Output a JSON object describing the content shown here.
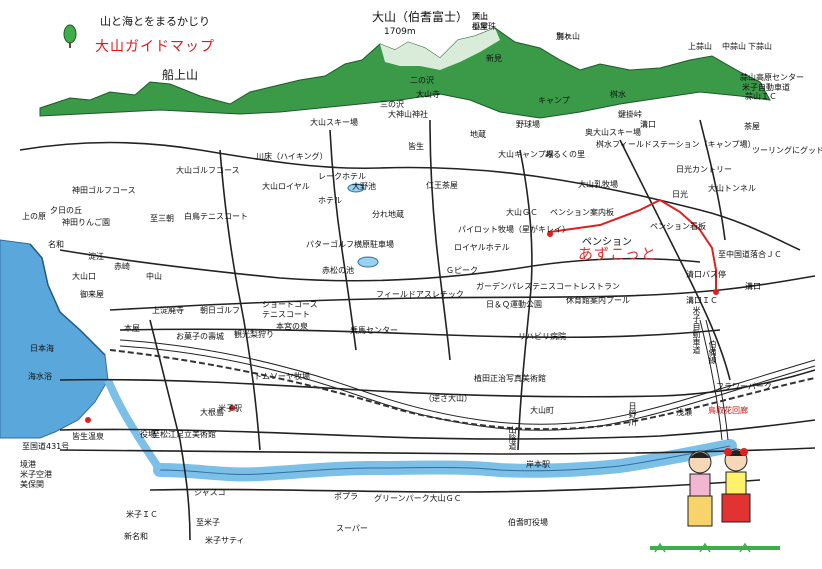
{
  "map": {
    "slogan": "山と海とをまるかじり",
    "title": "大山ガイドマップ",
    "main_peak": "大山（伯耆富士）",
    "main_peak_elevation": "1709m",
    "left_peak": "船上山",
    "highlight_place": "あずこっと",
    "highlight_place_prefix": "ペンション",
    "labels": [
      {
        "t": "頂上",
        "v": false
      },
      {
        "t": "小屋",
        "v": false
      },
      {
        "t": "鳥ヶ山",
        "v": false
      },
      {
        "t": "上蒜山",
        "v": false
      },
      {
        "t": "中蒜山",
        "v": false
      },
      {
        "t": "下蒜山",
        "v": false
      },
      {
        "t": "蒜山高原センター",
        "v": false
      },
      {
        "t": "米子自動車道",
        "v": false
      },
      {
        "t": "蒜山ＩＣ",
        "v": false
      },
      {
        "t": "茶屋",
        "v": false
      },
      {
        "t": "大山寺",
        "v": false
      },
      {
        "t": "大神山神社",
        "v": false
      },
      {
        "t": "大山スキー場",
        "v": false
      },
      {
        "t": "大山キャンプ場",
        "v": false
      },
      {
        "t": "みるくの里",
        "v": false
      },
      {
        "t": "奥大山スキー場",
        "v": false
      },
      {
        "t": "桝水フィールドステーション（キャンプ場）",
        "v": false
      },
      {
        "t": "日光カントリー",
        "v": false
      },
      {
        "t": "大山トンネル",
        "v": false
      },
      {
        "t": "ツーリングにグッド！",
        "v": false
      },
      {
        "t": "大山乳牧場",
        "v": false
      },
      {
        "t": "仁王茶屋",
        "v": false
      },
      {
        "t": "分れ地蔵",
        "v": false
      },
      {
        "t": "パイロット牧場（星がキレイ）",
        "v": false
      },
      {
        "t": "大山ＧＣ",
        "v": false
      },
      {
        "t": "ペンション案内板",
        "v": false
      },
      {
        "t": "ペンション看板",
        "v": false
      },
      {
        "t": "至中国道落合ＪＣ",
        "v": false
      },
      {
        "t": "清口バス停",
        "v": false
      },
      {
        "t": "溝口ＩＣ",
        "v": false
      },
      {
        "t": "溝口",
        "v": false
      },
      {
        "t": "米子自動車道",
        "v": true
      },
      {
        "t": "伯備線",
        "v": true
      },
      {
        "t": "フラワーパーク",
        "v": false
      },
      {
        "t": "鳥取花回廊",
        "v": false
      },
      {
        "t": "日野川",
        "v": true
      },
      {
        "t": "浅瀬",
        "v": false
      },
      {
        "t": "日光",
        "v": false
      },
      {
        "t": "大山ゴルフコース",
        "v": false
      },
      {
        "t": "神田ゴルフコース",
        "v": false
      },
      {
        "t": "夕日の丘",
        "v": false
      },
      {
        "t": "神田りんご園",
        "v": false
      },
      {
        "t": "白鳥テニスコート",
        "v": false
      },
      {
        "t": "川床（ハイキング）",
        "v": false
      },
      {
        "t": "レークホテル",
        "v": false
      },
      {
        "t": "大山ロイヤル",
        "v": false
      },
      {
        "t": "大野池",
        "v": false
      },
      {
        "t": "ホテル",
        "v": false
      },
      {
        "t": "パターゴルフ",
        "v": false
      },
      {
        "t": "赤松の池",
        "v": false
      },
      {
        "t": "横原駐車場",
        "v": false
      },
      {
        "t": "ロイヤルホテル",
        "v": false
      },
      {
        "t": "Ｇピーク",
        "v": false
      },
      {
        "t": "ガーデンパレステニスコートレストラン",
        "v": false
      },
      {
        "t": "日＆Ｑ運動公園",
        "v": false
      },
      {
        "t": "休育館案内プール",
        "v": false
      },
      {
        "t": "リハビリ病院",
        "v": false
      },
      {
        "t": "上の原",
        "v": false
      },
      {
        "t": "上淀廃寺",
        "v": false
      },
      {
        "t": "朝日ゴルフ",
        "v": false
      },
      {
        "t": "ショートコース",
        "v": false
      },
      {
        "t": "テニスコート",
        "v": false
      },
      {
        "t": "本宮の泉",
        "v": false
      },
      {
        "t": "フィールドアスレチック",
        "v": false
      },
      {
        "t": "乗馬センター",
        "v": false
      },
      {
        "t": "観光梨狩り",
        "v": false
      },
      {
        "t": "お菓子の壽城",
        "v": false
      },
      {
        "t": "トムソーヤ牧場",
        "v": false
      },
      {
        "t": "植田正治写真美術館",
        "v": false
      },
      {
        "t": "（逆さ大山）",
        "v": false
      },
      {
        "t": "大山町",
        "v": false
      },
      {
        "t": "日本海",
        "v": false
      },
      {
        "t": "皆生温泉",
        "v": false
      },
      {
        "t": "海水浴",
        "v": false
      },
      {
        "t": "至国道431号",
        "v": false
      },
      {
        "t": "境港",
        "v": false
      },
      {
        "t": "米子空港",
        "v": false
      },
      {
        "t": "美保関",
        "v": false
      },
      {
        "t": "大根島",
        "v": false
      },
      {
        "t": "米子ＩＣ",
        "v": false
      },
      {
        "t": "米子駅",
        "v": false
      },
      {
        "t": "山陰道",
        "v": true
      },
      {
        "t": "岸本駅",
        "v": false
      },
      {
        "t": "伯耆町役場",
        "v": false
      },
      {
        "t": "グリーンパーク大山ＧＣ",
        "v": false
      },
      {
        "t": "ジャスコ",
        "v": false
      },
      {
        "t": "スーパー",
        "v": false
      },
      {
        "t": "ポプラ",
        "v": false
      },
      {
        "t": "本屋",
        "v": false
      },
      {
        "t": "淀江",
        "v": false
      },
      {
        "t": "名和",
        "v": false
      },
      {
        "t": "大山口",
        "v": false
      },
      {
        "t": "御来屋",
        "v": false
      },
      {
        "t": "赤崎",
        "v": false
      },
      {
        "t": "中山",
        "v": false
      },
      {
        "t": "役場",
        "v": false
      },
      {
        "t": "新名和",
        "v": false
      },
      {
        "t": "至米子",
        "v": false
      },
      {
        "t": "米子サティ",
        "v": false
      },
      {
        "t": "至松江足立美術館",
        "v": false
      },
      {
        "t": "新見",
        "v": false
      },
      {
        "t": "至三朝",
        "v": false
      },
      {
        "t": "皆生",
        "v": false
      },
      {
        "t": "地蔵",
        "v": false
      },
      {
        "t": "野球場",
        "v": false
      },
      {
        "t": "キャンプ",
        "v": false
      },
      {
        "t": "桝水",
        "v": false
      },
      {
        "t": "鍵掛峠",
        "v": false
      },
      {
        "t": "溝口",
        "v": false
      },
      {
        "t": "二の沢",
        "v": false
      },
      {
        "t": "三の沢",
        "v": false
      },
      {
        "t": "大山",
        "v": false
      },
      {
        "t": "擬宝珠",
        "v": false
      },
      {
        "t": "別れ",
        "v": false
      }
    ],
    "colors": {
      "sea": "#5aa7dc",
      "river": "#7cc0e8",
      "mountain": "#2a8f3a",
      "route": "#e02020",
      "title": "#e01818"
    }
  }
}
